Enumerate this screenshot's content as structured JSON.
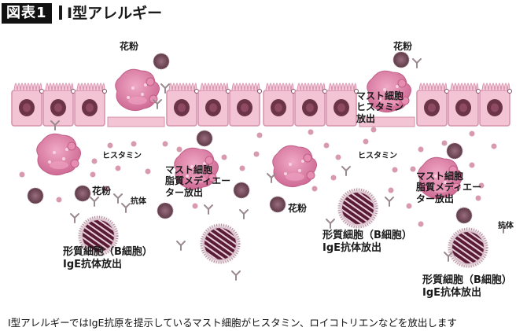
{
  "header": {
    "figure_badge": "図表1",
    "title": "I型アレルギー"
  },
  "labels": {
    "pollen_1": "花粉",
    "pollen_2": "花粉",
    "pollen_3": "花粉",
    "pollen_4": "花粉",
    "histamine_1": "ヒスタミン",
    "histamine_2": "ヒスタミン",
    "antibody_1": "抗体",
    "antibody_2": "抗体",
    "mast_cell_top": [
      "マスト細胞",
      "ヒスタミン",
      "放出"
    ],
    "mast_cell_mid_left": [
      "マスト細胞",
      "脂質メディエー",
      "ター放出"
    ],
    "mast_cell_mid_right": [
      "マスト細胞",
      "脂質メディエー",
      "ター放出"
    ],
    "plasma_cell_left": [
      "形質細胞（B細胞）",
      "IgE抗体放出"
    ],
    "plasma_cell_mid": [
      "形質細胞（B細胞）",
      "IgE抗体放出"
    ],
    "plasma_cell_right": [
      "形質細胞（B細胞）",
      "IgE抗体放出"
    ]
  },
  "caption": "I型アレルギーではIgE抗原を提示しているマスト細胞がヒスタミン、ロイコトリエンなどを放出します",
  "colors": {
    "epithelium": "#f2c4d4",
    "epithelium_border": "#d690ab",
    "nucleus": "#6b3547",
    "mast_cell": "#dd7fa6",
    "granule": "#d79aae",
    "pollen": "#7a5060",
    "plasma_cell": "#6e2a45",
    "antibody": "#9a8a90"
  }
}
